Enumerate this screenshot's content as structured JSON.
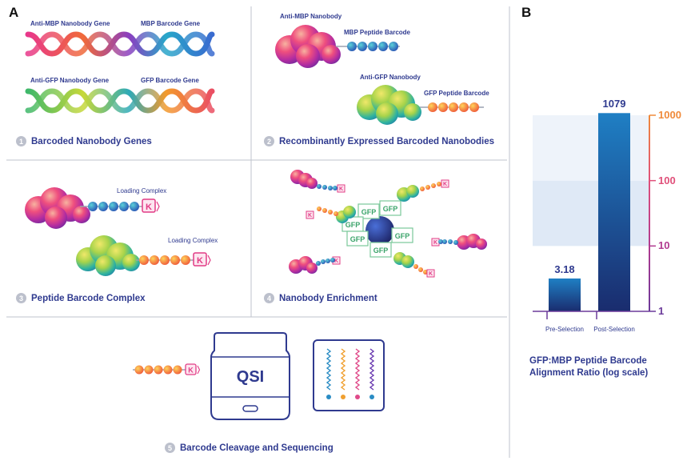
{
  "panels": {
    "a": "A",
    "b": "B"
  },
  "step1": {
    "num": "1",
    "title": "Barcoded Nanobody Genes",
    "anti_mbp_gene": "Anti-MBP Nanobody Gene",
    "mbp_barcode_gene": "MBP Barcode Gene",
    "anti_gfp_gene": "Anti-GFP Nanobody Gene",
    "gfp_barcode_gene": "GFP Barcode Gene"
  },
  "step2": {
    "num": "2",
    "title": "Recombinantly Expressed Barcoded Nanobodies",
    "anti_mbp": "Anti-MBP Nanobody",
    "mbp_peptide": "MBP Peptide Barcode",
    "anti_gfp": "Anti-GFP Nanobody",
    "gfp_peptide": "GFP Peptide Barcode"
  },
  "step3": {
    "num": "3",
    "title": "Peptide Barcode Complex",
    "loading1": "Loading Complex",
    "loading2": "Loading Complex",
    "k": "K"
  },
  "step4": {
    "num": "4",
    "title": "Nanobody Enrichment",
    "gfp": "GFP",
    "k": "K"
  },
  "step5": {
    "num": "5",
    "title": "Barcode Cleavage and Sequencing",
    "brand": "QSI",
    "k": "K"
  },
  "chart_data": {
    "type": "bar",
    "categories": [
      "Pre-Selection",
      "Post-Selection"
    ],
    "values": [
      3.18,
      1079
    ],
    "value_labels": [
      "3.18",
      "1079"
    ],
    "yscale": "log",
    "ylim": [
      1,
      1000
    ],
    "yticks": [
      "1",
      "10",
      "100",
      "1000"
    ],
    "ytick_colors": [
      "#6b3a9a",
      "#b13a8f",
      "#e0507a",
      "#f08a3a"
    ],
    "title": "GFP:MBP Peptide Barcode Alignment Ratio (log scale)",
    "bar_color_top": "#1f7fc4",
    "bar_color_bottom": "#1a2c6e",
    "grid": false
  }
}
